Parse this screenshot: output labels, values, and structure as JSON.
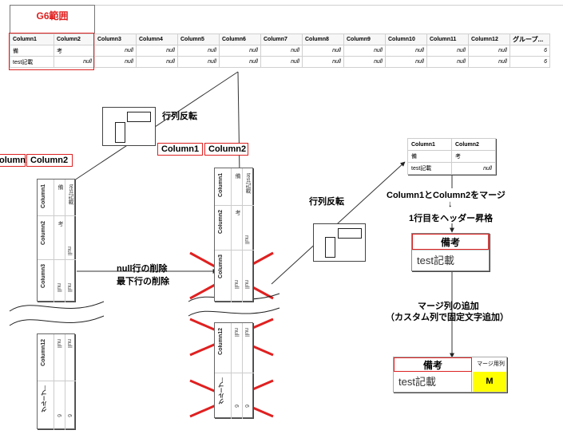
{
  "top": {
    "range_label": "G6範囲",
    "headers": [
      "Column1",
      "Column2",
      "Column3",
      "Column4",
      "Column5",
      "Column6",
      "Column7",
      "Column8",
      "Column9",
      "Column10",
      "Column11",
      "Column12",
      "グループ..."
    ],
    "row1": [
      "備",
      "考",
      "null",
      "null",
      "null",
      "null",
      "null",
      "null",
      "null",
      "null",
      "null",
      "null",
      "6"
    ],
    "row2": [
      "test記載",
      "null",
      "null",
      "null",
      "null",
      "null",
      "null",
      "null",
      "null",
      "null",
      "null",
      "null",
      "6"
    ]
  },
  "step1": {
    "caption": "行列反転",
    "col1_label": "Column1",
    "col2_label": "Column2",
    "left_col1_label": "olumn1",
    "left_col2_label": "Column2"
  },
  "left_rotated": {
    "top_rows": [
      {
        "name": "Column1",
        "a": "備",
        "b": "test記載"
      },
      {
        "name": "Column2",
        "a": "考",
        "b": "null"
      },
      {
        "name": "Column3",
        "a": "null",
        "b": "null"
      }
    ],
    "bottom_rows": [
      {
        "name": "Column12",
        "a": "null",
        "b": "null"
      },
      {
        "name": "グループ...",
        "a": "6",
        "b": "6"
      }
    ]
  },
  "step2": {
    "caption_line1": "null行の削除",
    "caption_line2": "最下行の削除"
  },
  "step3": {
    "caption": "行列反転"
  },
  "right_table": {
    "headers": [
      "Column1",
      "Column2"
    ],
    "row1": [
      "備",
      "考"
    ],
    "row2": [
      "test記載",
      "null"
    ]
  },
  "step4": {
    "merge_caption": "Column1とColumn2をマージ",
    "arrow": "↓",
    "promote_caption": "1行目をヘッダー昇格",
    "header_label": "備考",
    "value_label": "test記載"
  },
  "step5": {
    "caption_line1": "マージ列の追加",
    "caption_line2": "（カスタム列で固定文字追加）",
    "header_label": "備考",
    "merge_col_label": "マージ用列",
    "value_label": "test記載",
    "merge_value": "M",
    "merge_color": "#ffff00"
  },
  "colors": {
    "accent_red": "#dd2222",
    "cross_red": "#e02020"
  }
}
